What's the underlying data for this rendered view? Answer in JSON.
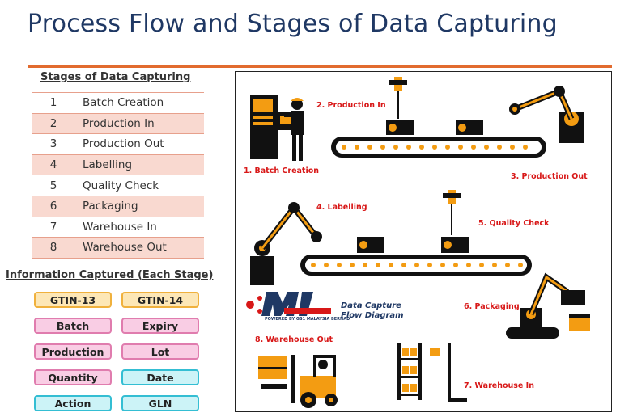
{
  "title": "Process Flow and Stages of Data Capturing",
  "stages_heading": "Stages of Data Capturing",
  "stages": [
    {
      "num": "1",
      "name": "Batch Creation"
    },
    {
      "num": "2",
      "name": "Production In"
    },
    {
      "num": "3",
      "name": "Production Out"
    },
    {
      "num": "4",
      "name": "Labelling"
    },
    {
      "num": "5",
      "name": "Quality Check"
    },
    {
      "num": "6",
      "name": "Packaging"
    },
    {
      "num": "7",
      "name": "Warehouse In"
    },
    {
      "num": "8",
      "name": "Warehouse Out"
    }
  ],
  "info_heading": "Information Captured (Each Stage)",
  "chips": {
    "gtin13": "GTIN-13",
    "gtin14": "GTIN-14",
    "batch": "Batch",
    "expiry": "Expiry",
    "production": "Production",
    "lot": "Lot",
    "quantity": "Quantity",
    "date": "Date",
    "action": "Action",
    "gln": "GLN"
  },
  "diagram": {
    "labels": {
      "batch_creation": "1. Batch Creation",
      "production_in": "2. Production In",
      "production_out": "3. Production Out",
      "labelling": "4. Labelling",
      "quality_check": "5. Quality Check",
      "packaging": "6. Packaging",
      "warehouse_in": "7. Warehouse In",
      "warehouse_out": "8. Warehouse Out"
    },
    "logo": {
      "line1": "Data Capture",
      "line2": "Flow Diagram",
      "powered": "POWERED BY GS1 MALAYSIA BERHAD"
    }
  },
  "colors": {
    "title": "#1f3864",
    "accent_rule": "#e26b2f",
    "label_red": "#d81818",
    "machine_orange": "#f39c12",
    "machine_black": "#111111"
  }
}
